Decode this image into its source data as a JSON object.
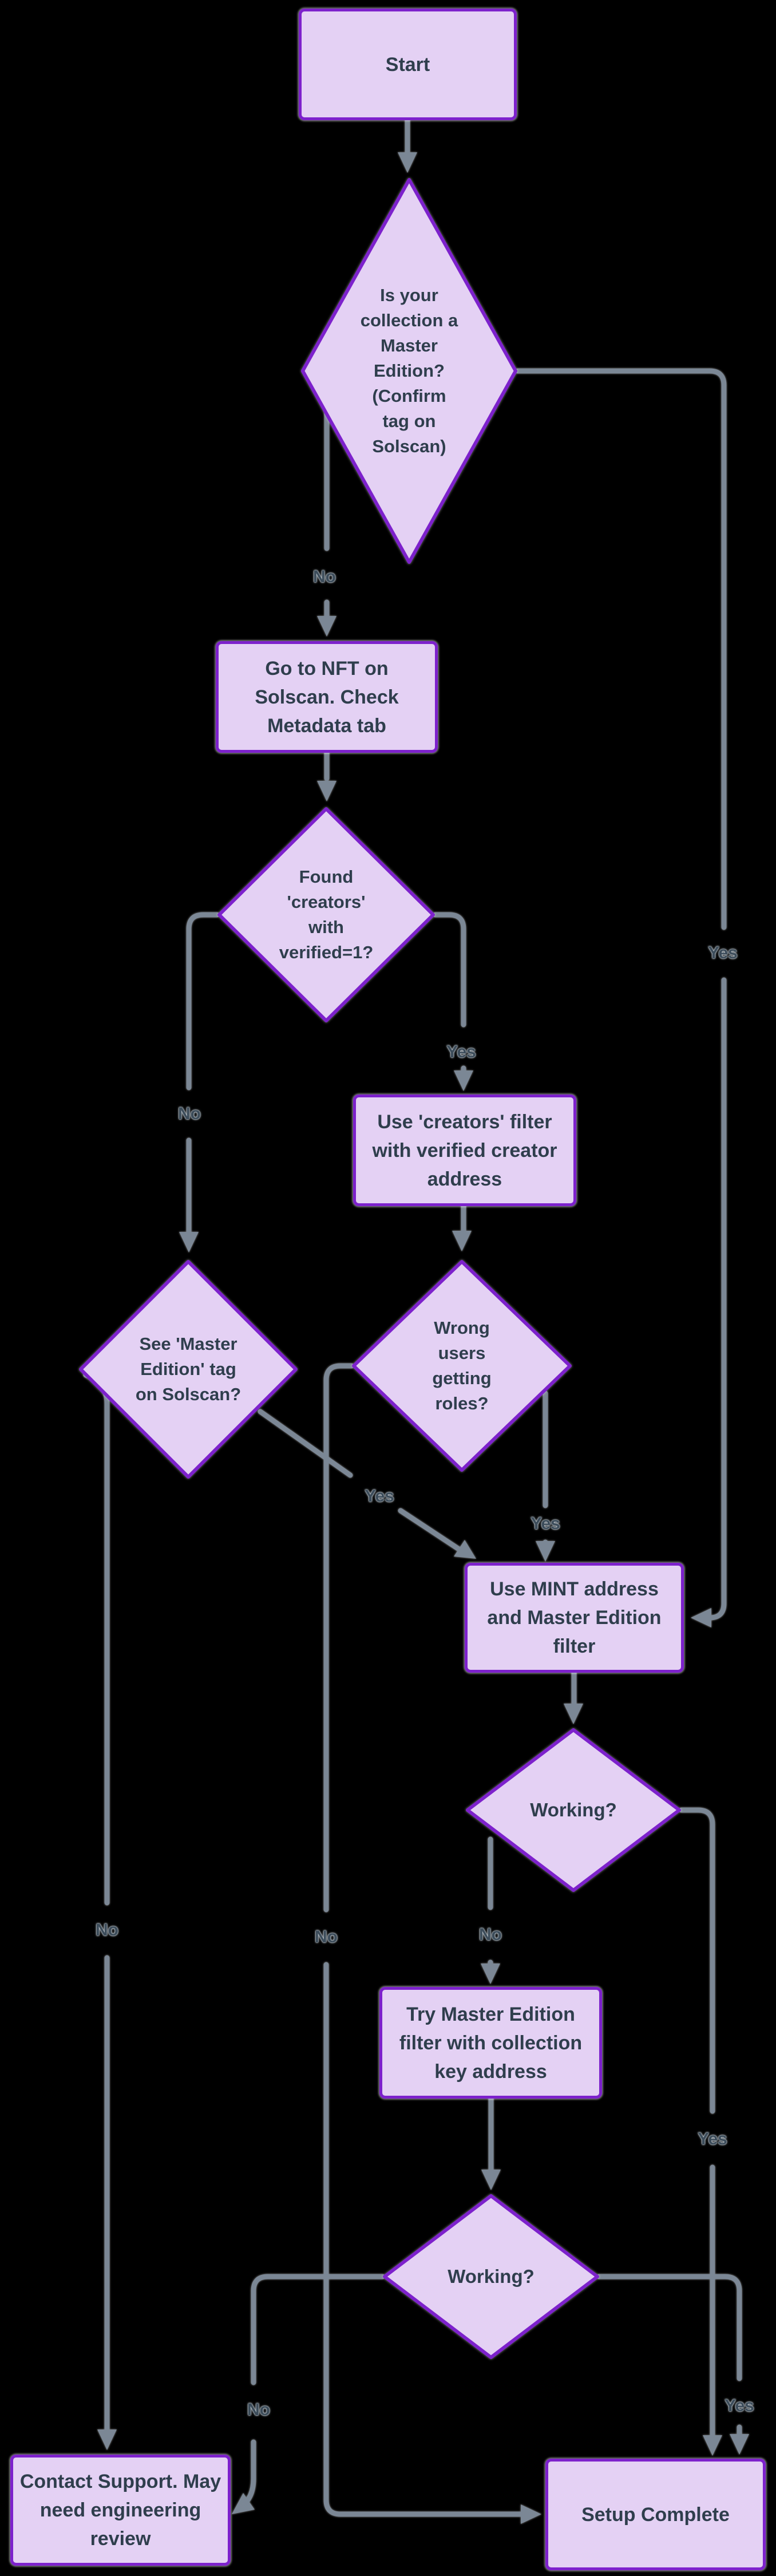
{
  "diagram": {
    "type": "flowchart",
    "colors": {
      "background": "#000000",
      "node_fill": "#e4d1f4",
      "node_border": "#7d21cc",
      "node_text": "#2f3e4d",
      "edge_line": "#7b8795",
      "edge_label_text": "#3c4c5a"
    },
    "nodes": {
      "start": "Start",
      "master_edition_q": "Is your\ncollection a\nMaster\nEdition?\n(Confirm\ntag on\nSolscan)",
      "goto_nft": "Go to NFT on\nSolscan. Check\nMetadata tab",
      "found_creators_q": "Found\n'creators'\nwith\nverified=1?",
      "use_creators_filter": "Use 'creators' filter\nwith verified creator\naddress",
      "see_tag_q": "See 'Master\nEdition' tag\non Solscan?",
      "wrong_users_q": "Wrong\nusers\ngetting\nroles?",
      "use_mint_filter": "Use MINT address\nand Master Edition\nfilter",
      "working1_q": "Working?",
      "try_master_filter": "Try Master Edition\nfilter with collection\nkey address",
      "working2_q": "Working?",
      "contact_support": "Contact Support. May\nneed engineering\nreview",
      "setup_complete": "Setup Complete"
    },
    "edge_labels": {
      "d1_no": "No",
      "d1_yes": "Yes",
      "d2_yes": "Yes",
      "d2_no": "No",
      "d3_yes": "Yes",
      "d3_no": "No",
      "d4_yes": "Yes",
      "d4_no": "No",
      "w1_no": "No",
      "w1_yes": "Yes",
      "w2_no": "No",
      "w2_yes": "Yes"
    }
  }
}
